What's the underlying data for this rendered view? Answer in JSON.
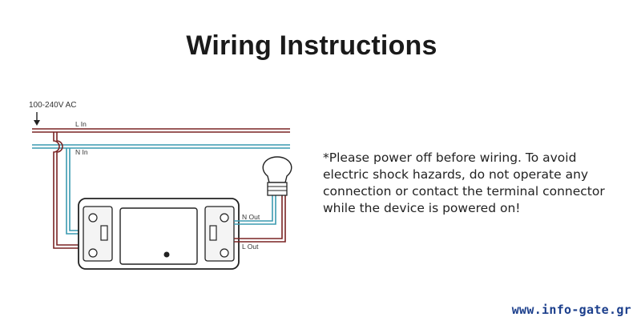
{
  "title": "Wiring Instructions",
  "diagram": {
    "supply_label": "100-240V AC",
    "l_in_label": "L In",
    "n_in_label": "N In",
    "n_out_label": "N Out",
    "l_out_label": "L Out"
  },
  "warning_text": "*Please power off before wiring. To avoid electric shock hazards, do not operate any connection or contact the terminal connector while the device is powered on!",
  "watermark": "www.info-gate.gr",
  "colors": {
    "live_wire": "#7a2424",
    "neutral_wire": "#3a9ab0",
    "device_outline": "#222222"
  }
}
